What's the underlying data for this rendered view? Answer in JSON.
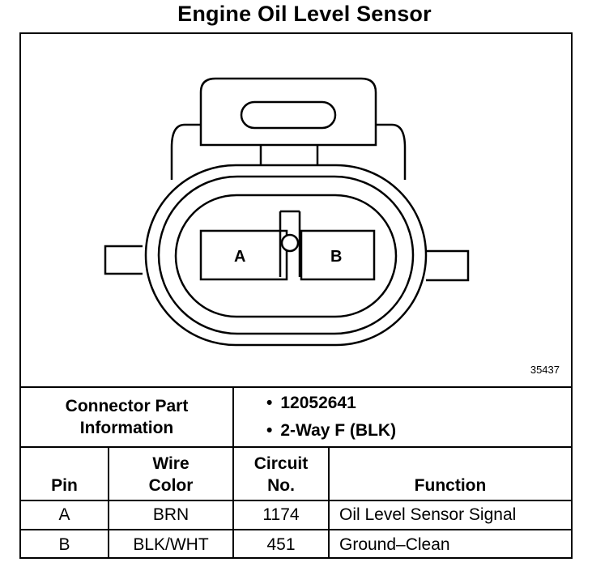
{
  "title": "Engine Oil Level Sensor",
  "figure_number": "35437",
  "diagram": {
    "pin_a": "A",
    "pin_b": "B"
  },
  "connector": {
    "label_line1": "Connector Part",
    "label_line2": "Information",
    "items": [
      "12052641",
      "2-Way F (BLK)"
    ]
  },
  "table": {
    "headers": {
      "pin": "Pin",
      "wire_line1": "Wire",
      "wire_line2": "Color",
      "circuit_line1": "Circuit",
      "circuit_line2": "No.",
      "function": "Function"
    },
    "rows": [
      {
        "pin": "A",
        "wire": "BRN",
        "circuit": "1174",
        "function": "Oil Level Sensor Signal"
      },
      {
        "pin": "B",
        "wire": "BLK/WHT",
        "circuit": "451",
        "function": "Ground–Clean"
      }
    ]
  }
}
